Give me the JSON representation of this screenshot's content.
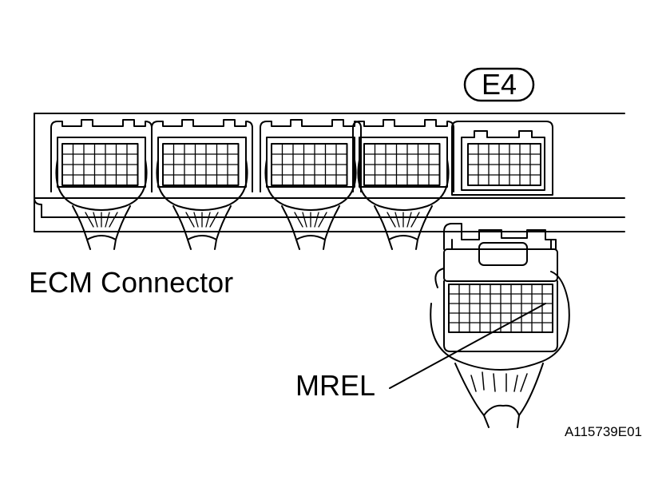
{
  "diagram": {
    "connector_id": "E4",
    "ecm_label": "ECM Connector",
    "terminal_label": "MREL",
    "figure_code": "A115739E01"
  }
}
